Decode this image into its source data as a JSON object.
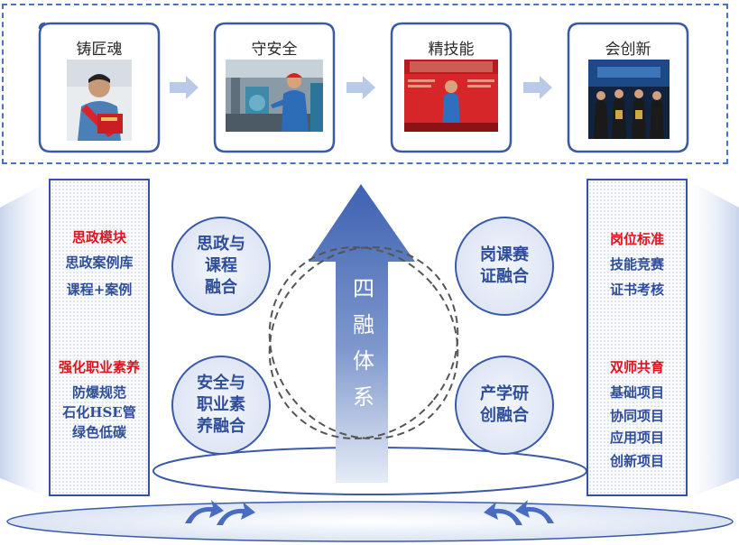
{
  "top_steps": [
    {
      "label": "铸匠魂",
      "photo": "student-with-award-sash-photo"
    },
    {
      "label": "守安全",
      "photo": "worker-at-plant-valves-photo"
    },
    {
      "label": "精技能",
      "photo": "worker-on-stage-photo"
    },
    {
      "label": "会创新",
      "photo": "team-with-trophies-photo"
    }
  ],
  "left_panel": {
    "group1": {
      "heading": "思政模块",
      "items": [
        "思政案例库",
        "课程+案例"
      ]
    },
    "group2": {
      "heading": "强化职业素养",
      "items": [
        "防爆规范",
        "石化HSE管",
        "绿色低碳"
      ]
    }
  },
  "right_panel": {
    "group1": {
      "heading": "岗位标准",
      "items": [
        "技能竞赛",
        "证书考核"
      ]
    },
    "group2": {
      "heading": "双师共育",
      "items": [
        "基础项目",
        "协同项目",
        "应用项目",
        "创新项目"
      ]
    }
  },
  "bubbles": {
    "top_left": "思政与\n课程\n融合",
    "bottom_left": "安全与\n职业素\n养融合",
    "top_right": "岗课赛\n证融合",
    "bottom_right": "产学研\n创融合"
  },
  "center_label": [
    "四",
    "融",
    "体",
    "系"
  ],
  "colors": {
    "accent_blue": "#2f4e9a",
    "border_blue": "#3553a4",
    "heading_red": "#e0141e"
  }
}
